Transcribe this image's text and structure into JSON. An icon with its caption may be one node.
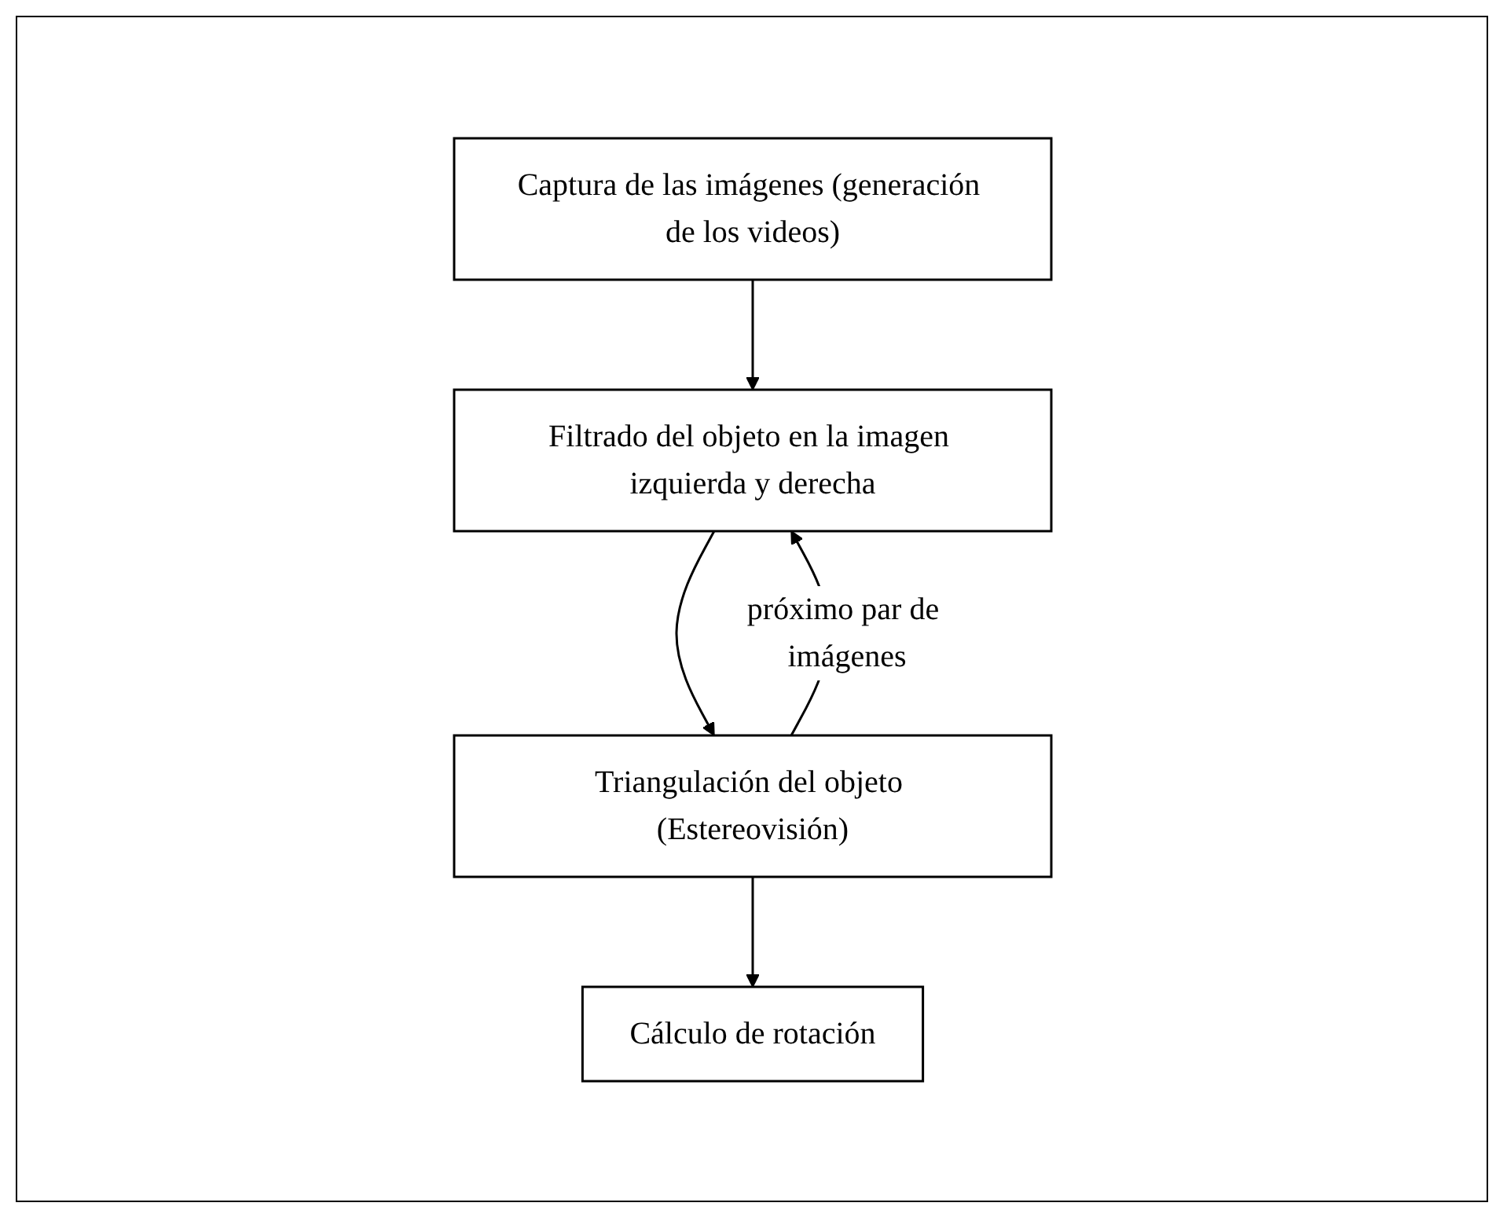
{
  "diagram": {
    "nodes": [
      {
        "text": [
          "Captura de las imágenes (generación de los videos)"
        ]
      },
      {
        "text": [
          "Filtrado del objeto en la imagen izquierda y derecha"
        ]
      },
      {
        "text": [
          "Triangulación del objeto (Estereovisión)"
        ]
      },
      {
        "text": [
          "Cálculo de rotación"
        ]
      }
    ],
    "edges": [
      {
        "from": 0,
        "to": 1,
        "arrow": "to"
      },
      {
        "from": 1,
        "to": 2,
        "arrow": "to"
      },
      {
        "from": 2,
        "to": 3,
        "arrow": "to"
      },
      {
        "from": 2,
        "to": 1,
        "arrow": "to",
        "label": "próximo par de imágenes"
      }
    ]
  }
}
